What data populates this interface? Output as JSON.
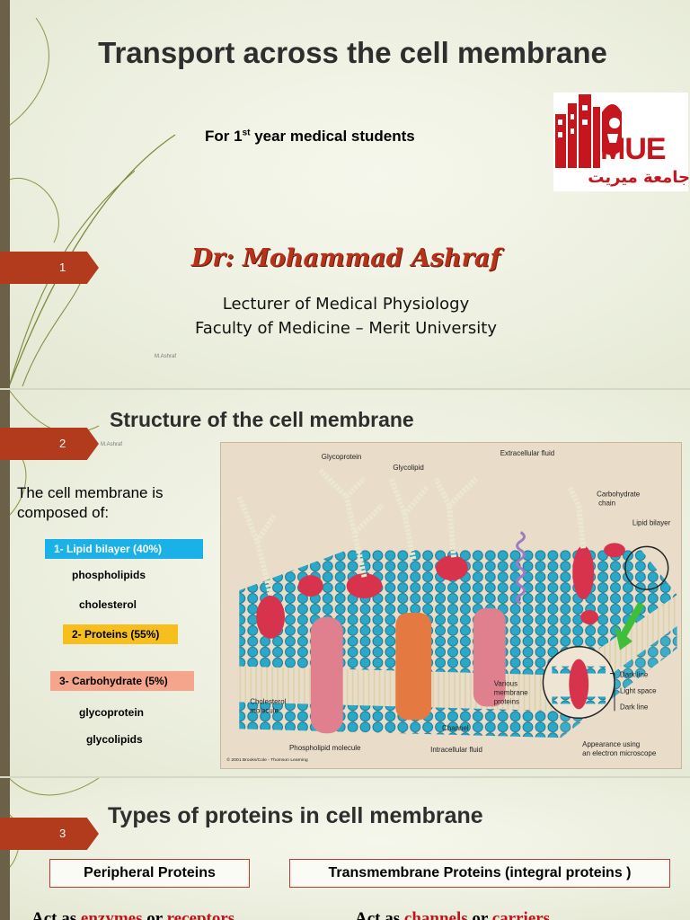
{
  "slide1": {
    "number": "1",
    "title": "Transport across the cell membrane",
    "subtitle_pre": "For 1",
    "subtitle_sup": "st",
    "subtitle_post": " year medical students",
    "logo_text": "MUE",
    "logo_arabic": "جامعة ميريت",
    "author": "Dr: Mohammad Ashraf",
    "role": "Lecturer of Medical Physiology",
    "affiliation": "Faculty of Medicine – Merit University",
    "watermark": "M.Ashraf"
  },
  "slide2": {
    "number": "2",
    "watermark": "M.Ashraf",
    "title": "Structure of the cell membrane",
    "intro": "The cell membrane is composed of:",
    "lipid_label": "1- Lipid bilayer (40%)",
    "lipid_items": [
      "phospholipids",
      "cholesterol"
    ],
    "protein_label": "2- Proteins (55%)",
    "carb_label": "3- Carbohydrate (5%)",
    "carb_items": [
      "glycoprotein",
      "glycolipids"
    ],
    "colors": {
      "lipid": "#1ab0e8",
      "protein": "#f7bf1e",
      "carb": "#f4a58c"
    },
    "diagram": {
      "glycoprotein": "Glycoprotein",
      "glycolipid": "Glycolipid",
      "extracellular": "Extracellular fluid",
      "carb_chain_1": "Carbohydrate",
      "carb_chain_2": "chain",
      "lipid_bilayer": "Lipid bilayer",
      "cholesterol_1": "Cholesterol",
      "cholesterol_2": "molecule",
      "various_1": "Various",
      "various_2": "membrane",
      "various_3": "proteins",
      "channel": "Channel",
      "phospholipid": "Phospholipid molecule",
      "intracellular": "Intracellular fluid",
      "dark_line": "Dark line",
      "light_space": "Light space",
      "dark_line_2": "Dark line",
      "em_1": "Appearance using",
      "em_2": "an electron microscope",
      "copyright": "© 2001 Brooks/Cole - Thomson Learning"
    }
  },
  "slide3": {
    "number": "3",
    "title": "Types of proteins in cell membrane",
    "peripheral": "Peripheral Proteins",
    "transmembrane": "Transmembrane Proteins (integral proteins )",
    "act_left_pre": "Act as ",
    "act_left_a": "enzymes",
    "act_left_mid": " or ",
    "act_left_b": "receptors",
    "act_right_pre": "Act as ",
    "act_right_a": "channels",
    "act_right_mid": " or ",
    "act_right_b": "carriers"
  }
}
